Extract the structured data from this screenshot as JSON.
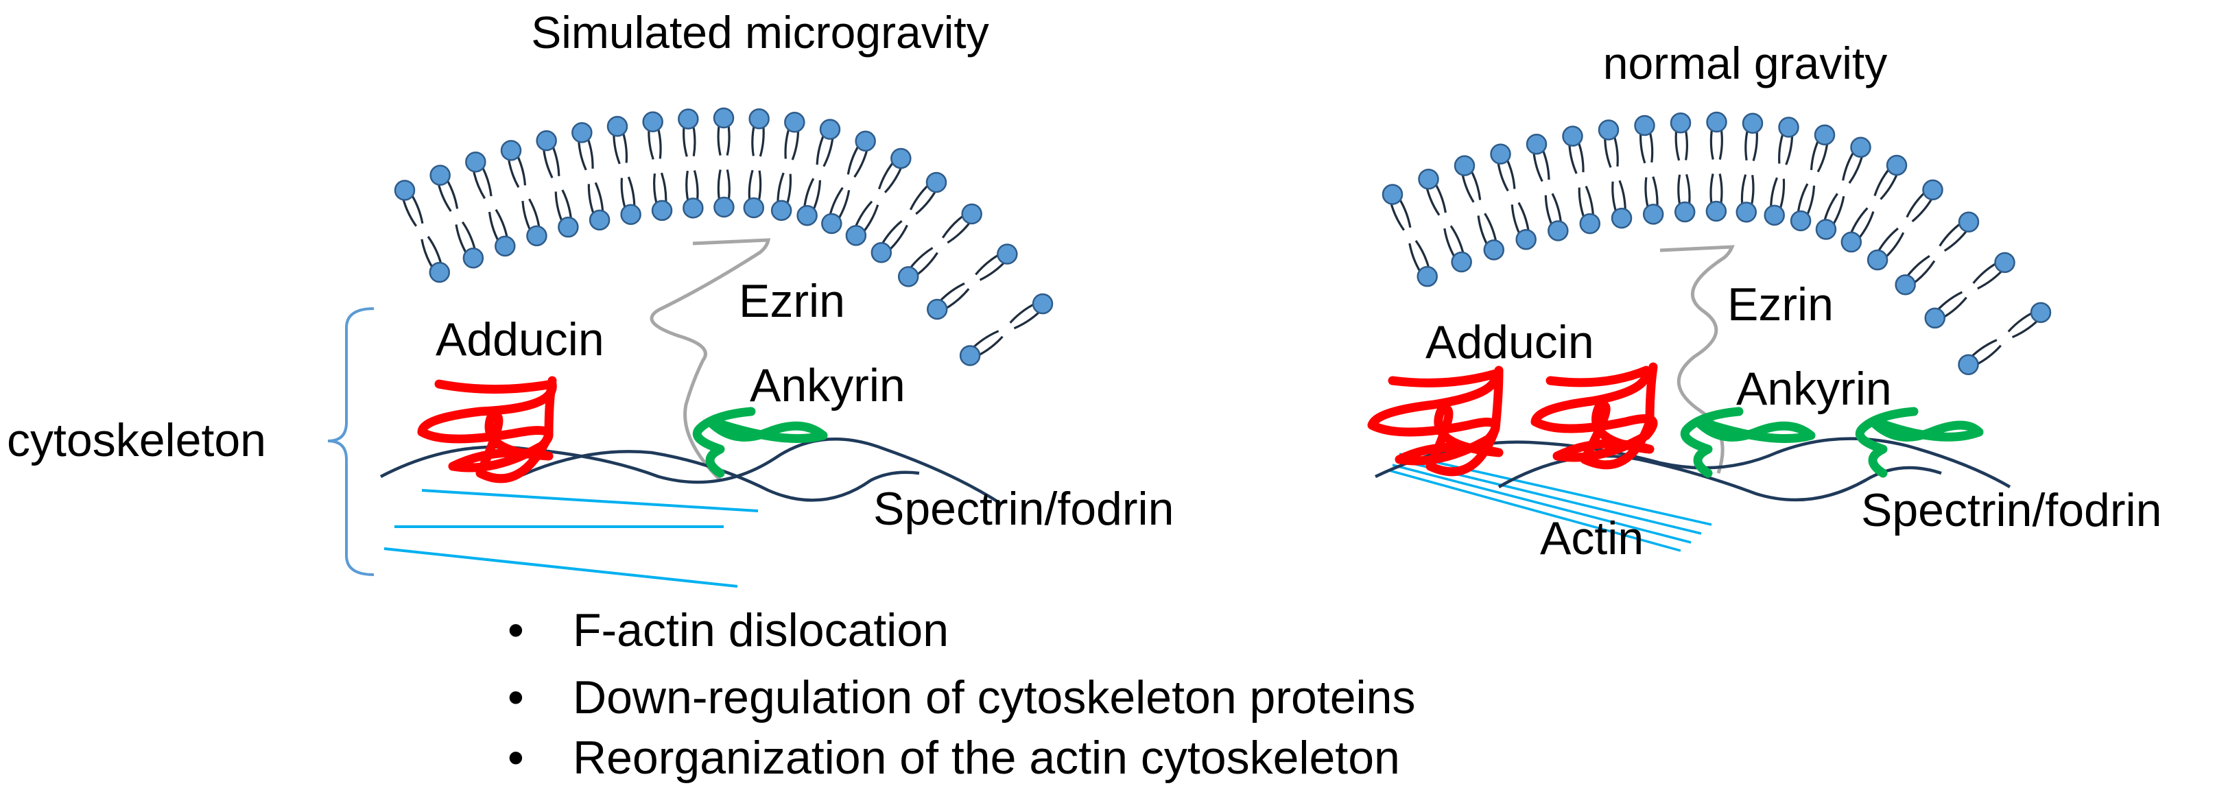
{
  "panels": {
    "left": {
      "title": "Simulated microgravity",
      "labels": {
        "adducin": "Adducin",
        "ezrin": "Ezrin",
        "ankyrin": "Ankyrin",
        "spectrin": "Spectrin/fodrin"
      },
      "bracket_label": "cytoskeleton"
    },
    "right": {
      "title": "normal gravity",
      "labels": {
        "adducin": "Adducin",
        "ezrin": "Ezrin",
        "ankyrin": "Ankyrin",
        "spectrin": "Spectrin/fodrin",
        "actin": "Actin"
      }
    }
  },
  "bullets": [
    "F-actin dislocation",
    "Down-regulation of cytoskeleton proteins",
    "Reorganization of the actin cytoskeleton"
  ],
  "bullet_symbol": "•",
  "colors": {
    "lipid_head": "#5b9bd5",
    "lipid_outline": "#2e5c8a",
    "tail": "#1f2d3d",
    "adducin": "#ff0000",
    "ankyrin": "#00b050",
    "spectrin": "#1f3a5a",
    "actin": "#00b0f0",
    "ezrin": "#a6a6a6",
    "bracket": "#5b9bd5"
  }
}
